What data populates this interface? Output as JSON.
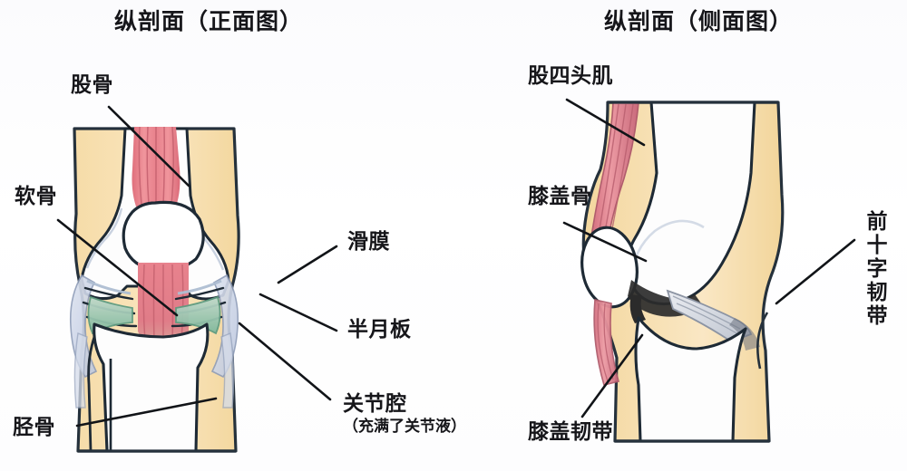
{
  "figure": {
    "kind": "anatomical-illustration",
    "subject": "knee-joint",
    "panels": [
      {
        "id": "front",
        "title": "纵剖面（正面图）",
        "labels": [
          {
            "id": "femur",
            "text": "股骨",
            "sub": ""
          },
          {
            "id": "cartilage",
            "text": "软骨",
            "sub": ""
          },
          {
            "id": "tibia",
            "text": "胫骨",
            "sub": ""
          },
          {
            "id": "synovium",
            "text": "滑膜",
            "sub": ""
          },
          {
            "id": "meniscus",
            "text": "半月板",
            "sub": ""
          },
          {
            "id": "joint-cavity",
            "text": "关节腔",
            "sub": "（充满了关节液）"
          }
        ]
      },
      {
        "id": "side",
        "title": "纵剖面（侧面图）",
        "labels": [
          {
            "id": "quadriceps",
            "text": "股四头肌",
            "sub": ""
          },
          {
            "id": "patella",
            "text": "膝盖骨",
            "sub": ""
          },
          {
            "id": "patellar-ligament",
            "text": "膝盖韧带",
            "sub": ""
          },
          {
            "id": "anterior-cruciate",
            "text": "前十字韧带",
            "sub": ""
          }
        ]
      }
    ]
  },
  "colors": {
    "flesh": "#F7DFB0",
    "flesh_light": "#FAE9C9",
    "bone": "#FDFDFD",
    "muscle": "#E8808A",
    "muscle_dark": "#C4606E",
    "meniscus_green": "#8FC4A8",
    "synovium_blue": "#C9D2E6",
    "outline": "#1E2A35",
    "ligament_gray": "#D9DCE2",
    "cavity_dark": "#2B2B2B",
    "text": "#16161a",
    "background": "#FFFFFF"
  }
}
